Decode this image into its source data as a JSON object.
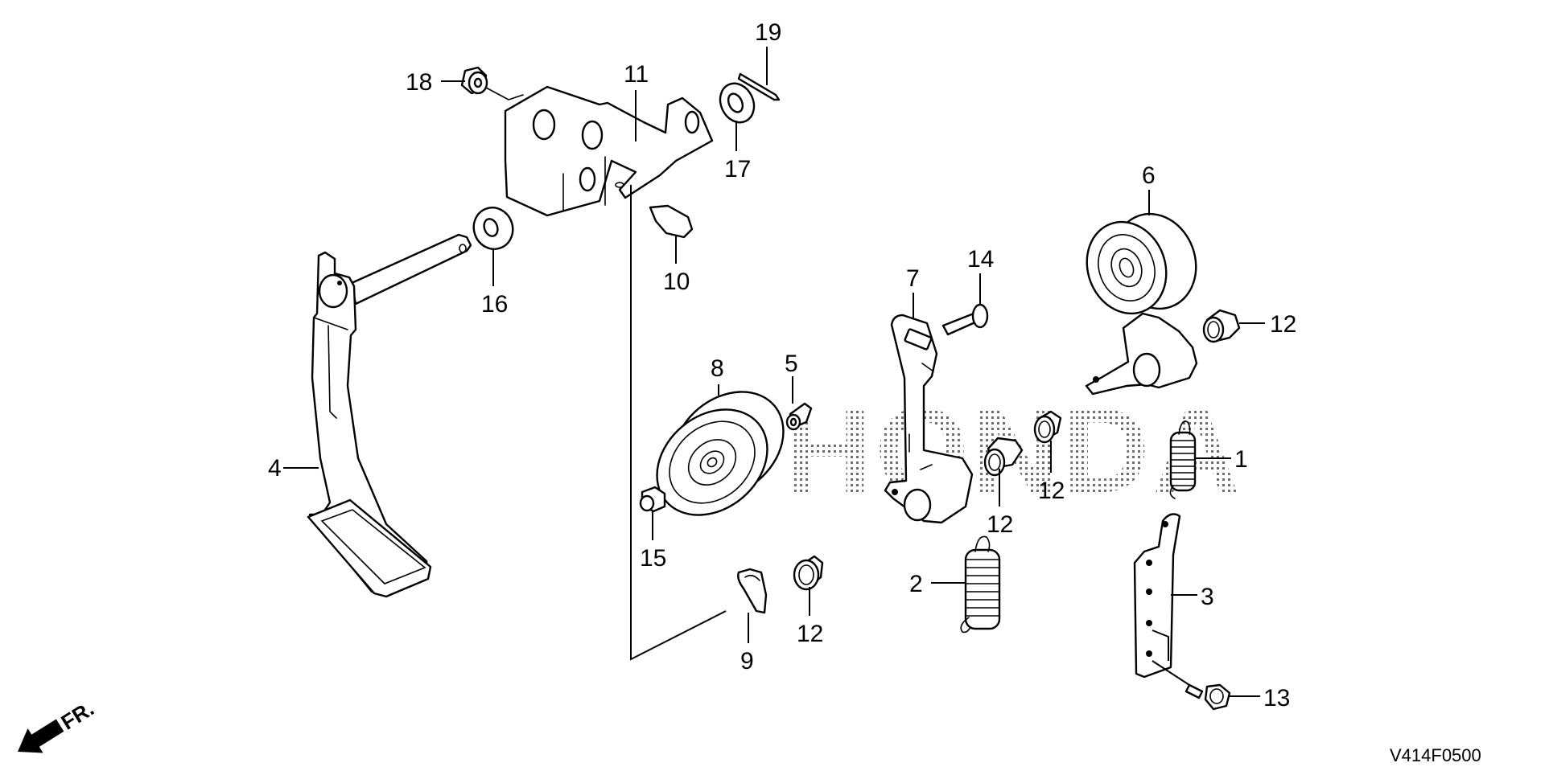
{
  "diagram": {
    "title": "Pedal / Tensioner Assembly Exploded View",
    "watermark": "HONDA",
    "direction_indicator": "FR.",
    "diagram_code": "V414F0500",
    "colors": {
      "line": "#000000",
      "background": "#ffffff",
      "watermark_dots": "#7a7a7a"
    },
    "callouts": [
      {
        "id": "c1",
        "label": "1",
        "part": "tension-spring"
      },
      {
        "id": "c2",
        "label": "2",
        "part": "tension-spring"
      },
      {
        "id": "c3",
        "label": "3",
        "part": "spring-bracket-plate"
      },
      {
        "id": "c4",
        "label": "4",
        "part": "pedal-arm"
      },
      {
        "id": "c5",
        "label": "5",
        "part": "collar"
      },
      {
        "id": "c6",
        "label": "6",
        "part": "tension-pulley-arm"
      },
      {
        "id": "c7",
        "label": "7",
        "part": "tension-arm"
      },
      {
        "id": "c8",
        "label": "8",
        "part": "idler-pulley"
      },
      {
        "id": "c9",
        "label": "9",
        "part": "clip"
      },
      {
        "id": "c10",
        "label": "10",
        "part": "pad"
      },
      {
        "id": "c11",
        "label": "11",
        "part": "pedal-bracket"
      },
      {
        "id": "c12a",
        "label": "12",
        "part": "bushing"
      },
      {
        "id": "c12b",
        "label": "12",
        "part": "bushing"
      },
      {
        "id": "c12c",
        "label": "12",
        "part": "bushing"
      },
      {
        "id": "c12d",
        "label": "12",
        "part": "bushing"
      },
      {
        "id": "c13",
        "label": "13",
        "part": "flange-bolt"
      },
      {
        "id": "c14",
        "label": "14",
        "part": "bolt"
      },
      {
        "id": "c15",
        "label": "15",
        "part": "flange-nut"
      },
      {
        "id": "c16",
        "label": "16",
        "part": "washer"
      },
      {
        "id": "c17",
        "label": "17",
        "part": "flange-nut"
      },
      {
        "id": "c18",
        "label": "18",
        "part": "washer"
      },
      {
        "id": "c19",
        "label": "19",
        "part": "cotter-pin"
      }
    ]
  }
}
